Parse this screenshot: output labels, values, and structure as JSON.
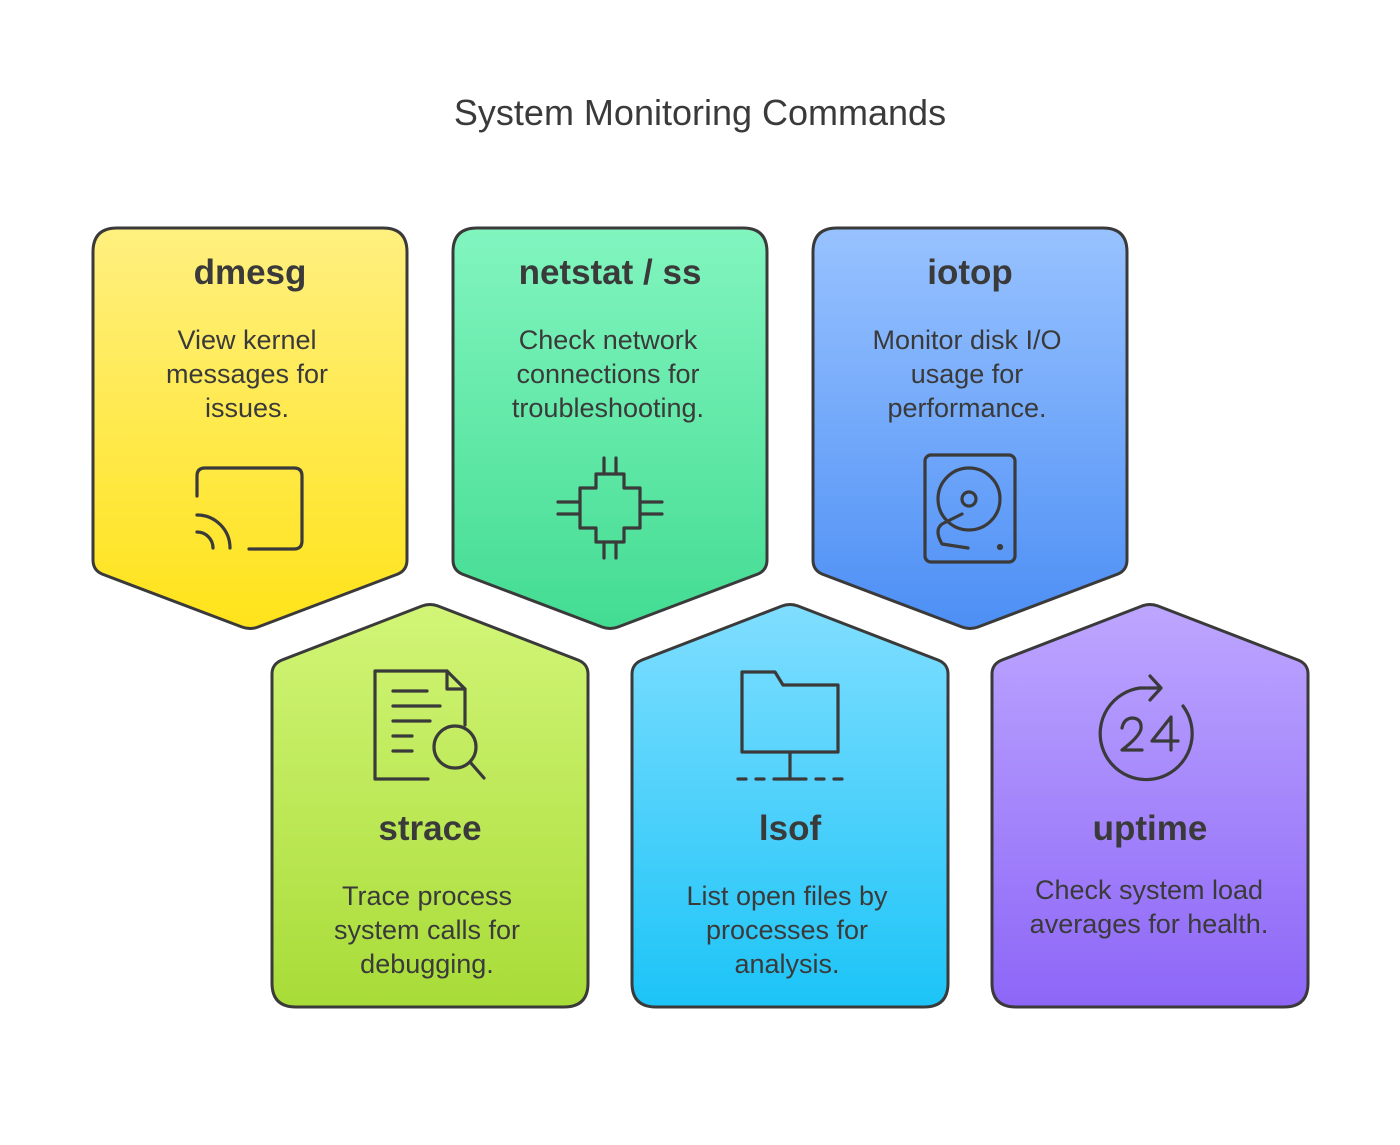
{
  "title": "System Monitoring Commands",
  "cards": [
    {
      "title": "dmesg",
      "desc": [
        "View kernel",
        "messages for",
        "issues."
      ],
      "icon": "cast-icon",
      "color_top": "#fff080",
      "color_bottom": "#ffe31a"
    },
    {
      "title": "netstat / ss",
      "desc": [
        "Check network",
        "connections for",
        "troubleshooting."
      ],
      "icon": "chip-icon",
      "color_top": "#82f5bf",
      "color_bottom": "#43dc92"
    },
    {
      "title": "iotop",
      "desc": [
        "Monitor disk I/O",
        "usage for",
        "performance."
      ],
      "icon": "hard-drive-icon",
      "color_top": "#98c2ff",
      "color_bottom": "#4d8ff5"
    },
    {
      "title": "strace",
      "desc": [
        "Trace process",
        "system calls for",
        "debugging."
      ],
      "icon": "document-search-icon",
      "color_top": "#d2f577",
      "color_bottom": "#a8dc38"
    },
    {
      "title": "lsof",
      "desc": [
        "List open files by",
        "processes for",
        "analysis."
      ],
      "icon": "network-folder-icon",
      "color_top": "#80deff",
      "color_bottom": "#1cc4f7"
    },
    {
      "title": "uptime",
      "desc": [
        "Check system load",
        "averages for health."
      ],
      "icon": "clock-24-icon",
      "color_top": "#bda6ff",
      "color_bottom": "#8d66f7"
    }
  ]
}
